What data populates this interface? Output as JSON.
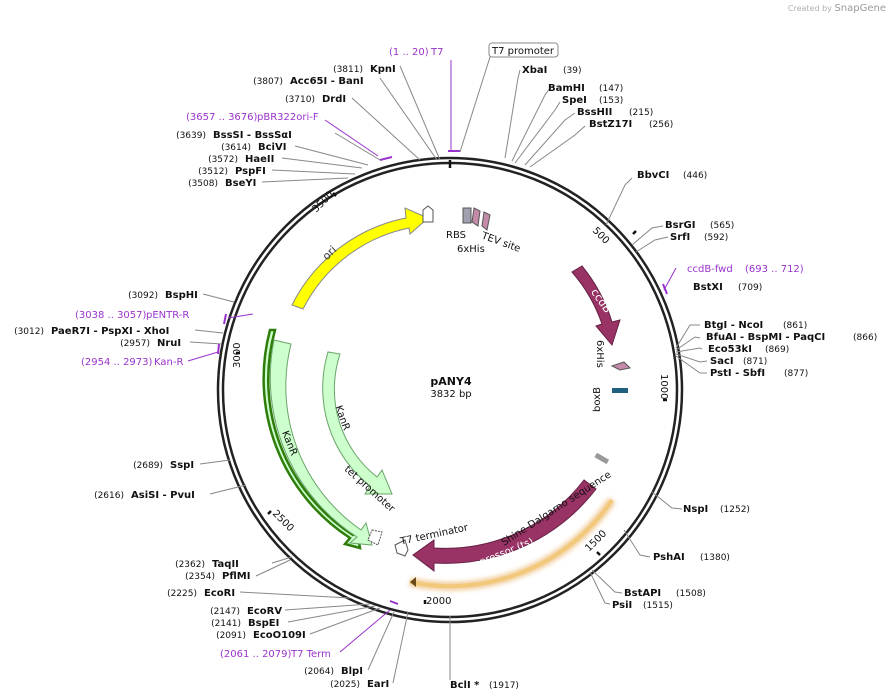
{
  "watermark": {
    "created_by": "Created by",
    "brand": "SnapGene"
  },
  "plasmid": {
    "name": "pANY4",
    "size": "3832 bp"
  },
  "ruler": [
    "500",
    "1000",
    "1500",
    "2000",
    "2500",
    "3000",
    "3500"
  ],
  "promoter_box": "T7 promoter",
  "primers": [
    {
      "pos": "(1 .. 20)",
      "name": "T7"
    },
    {
      "pos": "(3657 .. 3676)",
      "name": "pBR322ori-F"
    },
    {
      "pos": "(693 .. 712)",
      "name": "ccdB-fwd"
    },
    {
      "pos": "(3038 .. 3057)",
      "name": "pENTR-R"
    },
    {
      "pos": "(2954 .. 2973)",
      "name": "Kan-R"
    },
    {
      "pos": "(2061 .. 2079)",
      "name": "T7 Term"
    }
  ],
  "sites_right": [
    {
      "name": "XbaI",
      "pos": "(39)"
    },
    {
      "name": "BamHI",
      "pos": "(147)"
    },
    {
      "name": "SpeI",
      "pos": "(153)"
    },
    {
      "name": "BssHII",
      "pos": "(215)"
    },
    {
      "name": "BstZ17I",
      "pos": "(256)"
    },
    {
      "name": "BbvCI",
      "pos": "(446)"
    },
    {
      "name": "BsrGI",
      "pos": "(565)"
    },
    {
      "name": "SrfI",
      "pos": "(592)"
    },
    {
      "name": "BstXI",
      "pos": "(709)"
    },
    {
      "name": "BtgI - NcoI",
      "pos": "(861)"
    },
    {
      "name": "BfuAI - BspMI - PaqCI",
      "pos": "(866)"
    },
    {
      "name": "Eco53kI",
      "pos": "(869)"
    },
    {
      "name": "SacI",
      "pos": "(871)"
    },
    {
      "name": "PstI - SbfI",
      "pos": "(877)"
    },
    {
      "name": "NspI",
      "pos": "(1252)"
    },
    {
      "name": "PshAI",
      "pos": "(1380)"
    },
    {
      "name": "BstAPI",
      "pos": "(1508)"
    },
    {
      "name": "PsiI",
      "pos": "(1515)"
    },
    {
      "name": "BclI *",
      "pos": "(1917)"
    }
  ],
  "sites_left": [
    {
      "name": "KpnI",
      "pos": "(3811)"
    },
    {
      "name": "Acc65I - BanI",
      "pos": "(3807)"
    },
    {
      "name": "DrdI",
      "pos": "(3710)"
    },
    {
      "name": "BssSI - BssSαI",
      "pos": "(3639)"
    },
    {
      "name": "BciVI",
      "pos": "(3614)"
    },
    {
      "name": "HaeII",
      "pos": "(3572)"
    },
    {
      "name": "PspFI",
      "pos": "(3512)"
    },
    {
      "name": "BseYI",
      "pos": "(3508)"
    },
    {
      "name": "BspHI",
      "pos": "(3092)"
    },
    {
      "name": "PaeR7I - PspXI - XhoI",
      "pos": "(3012)"
    },
    {
      "name": "NruI",
      "pos": "(2957)"
    },
    {
      "name": "SspI",
      "pos": "(2689)"
    },
    {
      "name": "AsiSI - PvuI",
      "pos": "(2616)"
    },
    {
      "name": "TaqII",
      "pos": "(2362)"
    },
    {
      "name": "PflMI",
      "pos": "(2354)"
    },
    {
      "name": "EcoRI",
      "pos": "(2225)"
    },
    {
      "name": "EcoRV",
      "pos": "(2147)"
    },
    {
      "name": "BspEI",
      "pos": "(2141)"
    },
    {
      "name": "EcoO109I",
      "pos": "(2091)"
    },
    {
      "name": "BlpI",
      "pos": "(2064)"
    },
    {
      "name": "EarI",
      "pos": "(2025)"
    }
  ],
  "features": {
    "ori": "ori",
    "ccdB": "ccdB",
    "kanR": "KanR",
    "lambda": "λ repressor (ts)",
    "rbs": "RBS",
    "his_top": "6xHis",
    "tev": "TEV site",
    "his_right": "6xHis",
    "boxb": "boxB",
    "shine": "Shine-Dalgarno sequence",
    "t7term": "T7 terminator",
    "tetprom": "tet promoter"
  },
  "colors": {
    "ori": "#ffff00",
    "ccdB": "#993366",
    "kanR": "#ccffcc",
    "kanR_outline": "#2e7d0a",
    "lambda": "#993366",
    "lambda_glow": "#e8a850",
    "primer": "#9933cc",
    "boxb": "#1f5f7f"
  }
}
